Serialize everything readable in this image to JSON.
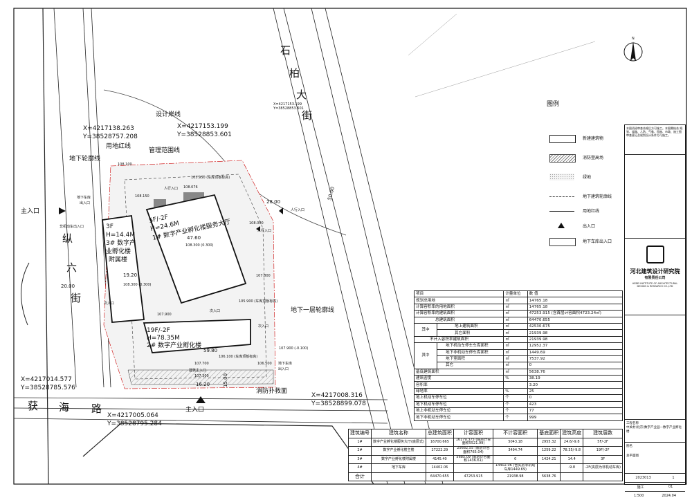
{
  "streets": {
    "shibai": [
      "石",
      "柏",
      "大",
      "街"
    ],
    "zongliu": [
      "纵",
      "六",
      "街"
    ],
    "huohai": [
      "获",
      "海",
      "路"
    ]
  },
  "labels": {
    "design_shore": "设计岸线",
    "land_red": "用地红线",
    "underground_outline": "地下轮廓线",
    "mgmt_range": "管理范围线",
    "b1_outline": "地下一层轮廓线",
    "main_entrance": "主入口",
    "pedestrian_entrance": "人行入口",
    "secondary_entrance": "次入口",
    "garage_entrance": "地下车库出入口",
    "garage_entrance_short": "地下车库",
    "garage_entrance_short2": "出入口",
    "nonmotor_entrance": "非机动车出入口",
    "building_main_entrance": "建筑主入口",
    "fire_rescue": "消防扑救面",
    "legend_title": "图例"
  },
  "coords": {
    "c1x": "X=4217138.263",
    "c1y": "Y=38528757.208",
    "c2x": "X=4217153.199",
    "c2y": "Y=38528853.601",
    "c3x": "X=4217014.577",
    "c3y": "Y=38528785.576",
    "c4x": "X=4217005.064",
    "c4y": "Y=38528795.284",
    "c5x": "X=4217008.316",
    "c5y": "Y=38528899.078"
  },
  "buildings": {
    "b1": [
      "5F/-2F",
      "H=24.6M",
      "1# 数字产业孵化楼服务大厅"
    ],
    "b2": [
      "19F/-2F",
      "H=78.35M",
      "2# 数字产业孵化楼"
    ],
    "b3": [
      "3F",
      "H=14.4M",
      "3# 数字产",
      "业孵化楼",
      "附属楼"
    ]
  },
  "elevations": {
    "e1": "108.300 (0.300)",
    "e2": "105.900 (车库顶板标高)",
    "e3": "106.100 (车库顶板标高)",
    "e4": "107.900 (-0.100)",
    "e5": "108.100",
    "e6": "108.150",
    "e7": "108.076",
    "e8": "107.700",
    "e9": "107.300",
    "e10": "105.950 (车库顶板标高)",
    "e11": "108.000",
    "e12": "108.300 (0.300)",
    "e13": "106.500",
    "e14": "107.900",
    "e15": "107.800"
  },
  "dims": {
    "d1": "47.60",
    "d2": "19.20",
    "d3": "59.80",
    "d4": "16.20",
    "d5": "28.00",
    "d6": "20.00",
    "d7": "15.00",
    "d8": "50.00"
  },
  "legend": [
    {
      "label": "新建建筑物"
    },
    {
      "label": "消防登高场"
    },
    {
      "label": "绿地"
    },
    {
      "label": "地下建筑轮廓线"
    },
    {
      "label": "用地红线"
    },
    {
      "label": "出入口"
    },
    {
      "label": "地下车库出入口"
    }
  ],
  "indicators": {
    "header": [
      "项目",
      "计量单位",
      "数 值"
    ],
    "rows": [
      [
        "规划总用地",
        "㎡",
        "14765.18"
      ],
      [
        "计算容积率的用地面积",
        "㎡",
        "14765.18"
      ],
      [
        "计算容积率的建筑面积",
        "㎡",
        "47253.915 (含首层计容面积4723.24㎡)"
      ],
      [
        "总建筑面积",
        "㎡",
        "64470.655"
      ],
      [
        "地上建筑面积",
        "㎡",
        "42530.675"
      ],
      [
        "其它面积",
        "㎡",
        "21939.98"
      ],
      [
        "不计入容积率建筑面积",
        "㎡",
        "21939.98"
      ],
      [
        "地下机动车停车车库面积",
        "㎡",
        "12952.37"
      ],
      [
        "地下非机动车停车库面积",
        "㎡",
        "1449.69"
      ],
      [
        "地下室面积",
        "㎡",
        "7537.92"
      ],
      [
        "其它",
        "㎡",
        "0"
      ],
      [
        "基底建筑面积",
        "㎡",
        "5638.76"
      ],
      [
        "建筑密度",
        "%",
        "38.19"
      ],
      [
        "容积率",
        "",
        "3.20"
      ],
      [
        "绿地率",
        "%",
        "25"
      ],
      [
        "地上机动车停车位",
        "个",
        "0"
      ],
      [
        "地下机动车停车位",
        "个",
        "423"
      ],
      [
        "地上非机动车停车位",
        "个",
        "77"
      ],
      [
        "地下非机动车停车位",
        "个",
        "999"
      ]
    ],
    "group_label": "其中"
  },
  "buildings_table": {
    "header": [
      "建筑编号",
      "建筑名称",
      "总建筑面积",
      "计容面积",
      "不计容面积",
      "基底面积",
      "建筑高度",
      "建筑层数"
    ],
    "rows": [
      [
        "1#",
        "数字产业孵化楼服务大厅(底层式)",
        "16700.665",
        "16179.375 (底层计容面积5521.99)",
        "5043.18",
        "2955.32",
        "24.6/-9.8",
        "5F/-2F"
      ],
      [
        "2#",
        "数字产业孵化楼主楼",
        "27222.29",
        "25682.55 (底层计容面积765.04)",
        "3494.74",
        "1259.22",
        "78.35/-9.8",
        "19F/-2F"
      ],
      [
        "3#",
        "数字产业孵化楼附属楼",
        "4145.40",
        "5685.09 (底层计容面积1436.61)",
        "0",
        "1424.21",
        "14.4",
        "3F"
      ],
      [
        "4#",
        "地下车库",
        "14402.06",
        "",
        "14402.06 (含夹层非机动车库1449.69)",
        "",
        "-9.8",
        "-2F(夹层为非机动车库)"
      ],
      [
        "合计",
        "",
        "64470.655",
        "47253.915",
        "21938.98",
        "5638.76",
        "",
        ""
      ]
    ]
  },
  "title_block": {
    "note": "本图须经审查合格后方可施工。本图需结合:规划、道路、人防、气象、园林、市政、施工图审查意见及规划设计条件方可施工。",
    "company_cn": "河北建筑设计研究院",
    "company_sub": "有限责任公司",
    "company_en": "HEBEI INSTITUTE OF ARCHITECTURAL DESIGN & RESEARCH CO.,LTD",
    "project_label": "工程名称",
    "project": "中关村(北京)数字产业园—数字产业孵化楼",
    "drawing_label": "图名",
    "drawing": "总平面图",
    "job_no": "2023013",
    "scale": "1:500",
    "sheet_no": "01",
    "date": "2024.04",
    "stage": "施工",
    "sheet": "1",
    "north": "N"
  },
  "map_label": "图例"
}
